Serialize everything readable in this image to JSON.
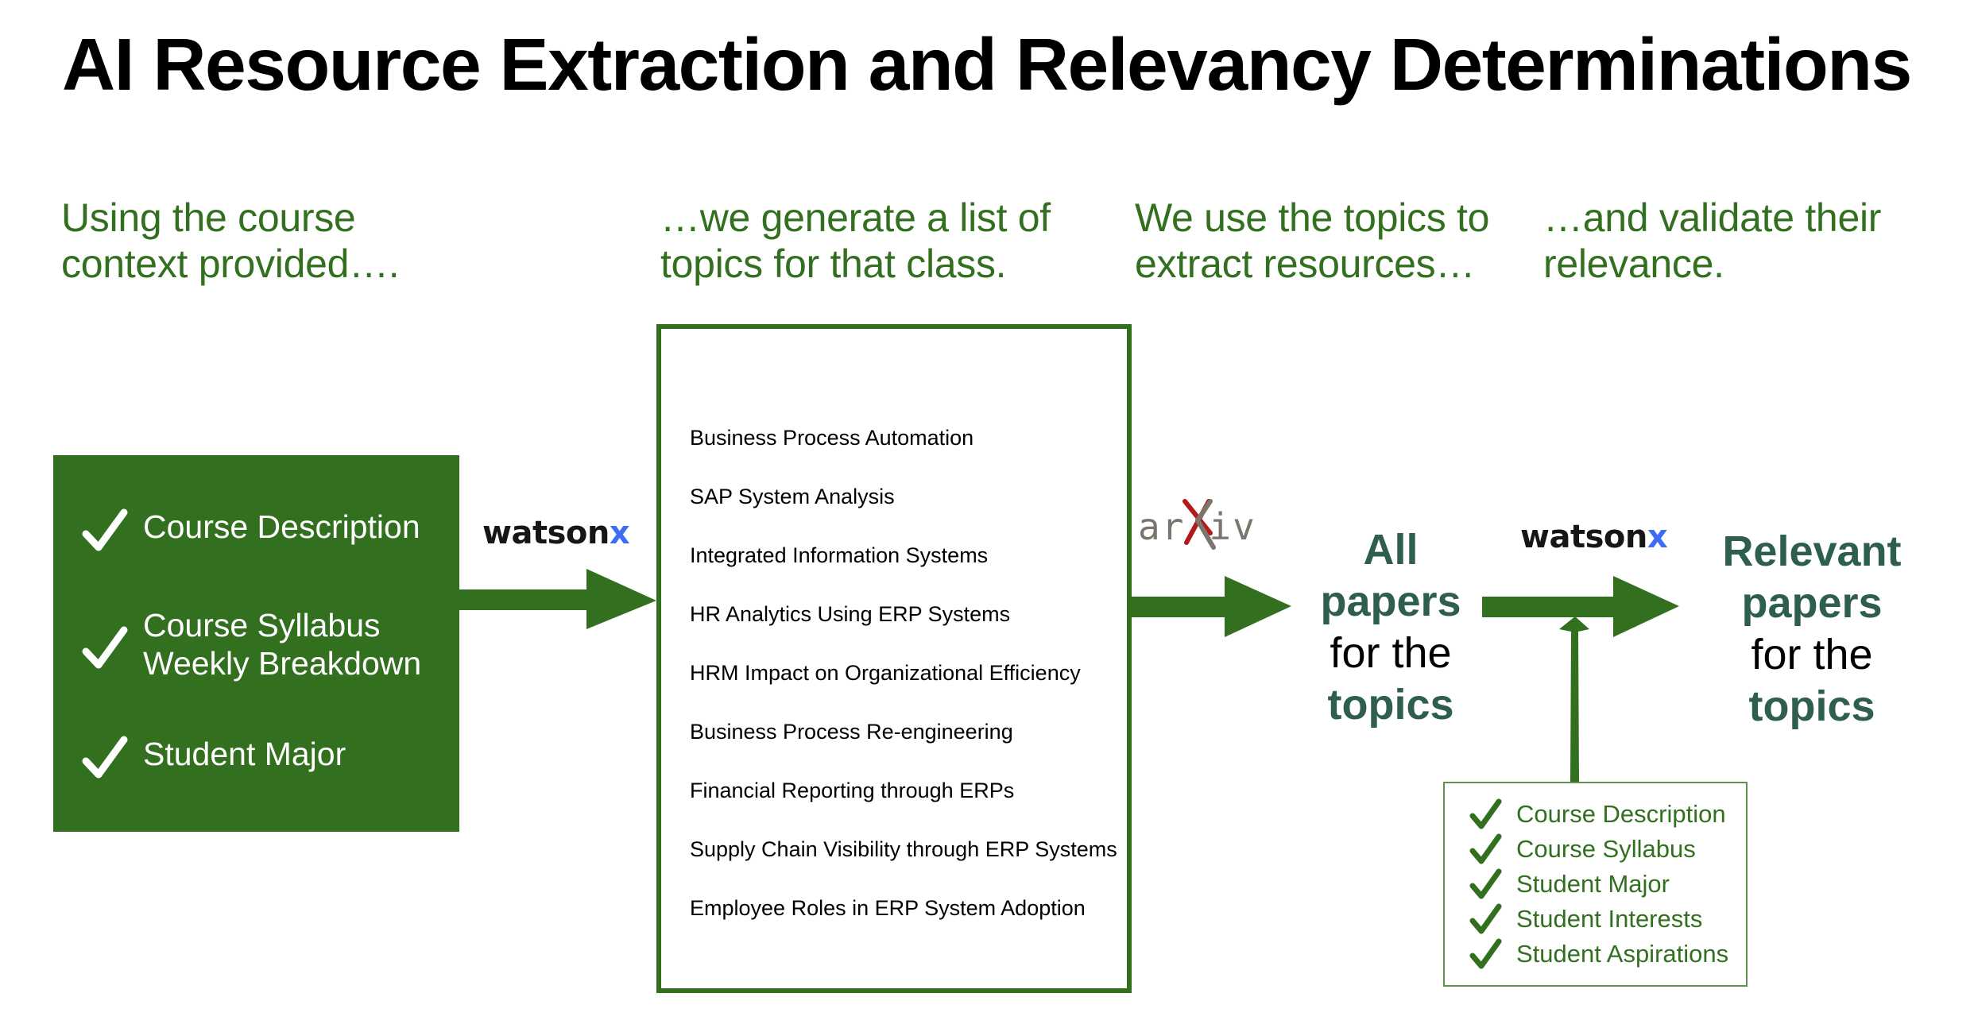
{
  "title": "AI Resource Extraction and Relevancy Determinations",
  "captions": [
    {
      "line1": "Using the course",
      "line2": "context provided…."
    },
    {
      "line1": "…we generate a list of",
      "line2": "topics for that class."
    },
    {
      "line1": "We use the topics to",
      "line2": "extract resources…"
    },
    {
      "line1": "…and validate their",
      "line2": "relevance."
    }
  ],
  "input_context": {
    "items": [
      {
        "icon": "checkmark-icon",
        "lines": [
          "Course Description"
        ]
      },
      {
        "icon": "checkmark-icon",
        "lines": [
          "Course Syllabus",
          "Weekly Breakdown"
        ]
      },
      {
        "icon": "checkmark-icon",
        "lines": [
          "Student Major"
        ]
      }
    ]
  },
  "logos": {
    "watsonx_main": "watson",
    "watsonx_accent": "x",
    "arxiv_prefix": "ar",
    "arxiv_suffix": "iv"
  },
  "topics": [
    "Business Process Automation",
    "SAP System Analysis",
    "Integrated Information Systems",
    "HR Analytics Using ERP Systems",
    "HRM Impact on Organizational Efficiency",
    "Business Process Re-engineering",
    "Financial Reporting through ERPs",
    "Supply Chain Visibility through ERP Systems",
    "Employee Roles in ERP System Adoption"
  ],
  "all_papers": {
    "line1": "All",
    "line2": "papers",
    "line3": "for the",
    "line4": "topics"
  },
  "relevant_papers": {
    "line1": "Relevant",
    "line2": "papers",
    "line3": "for the",
    "line4": "topics"
  },
  "relevance_criteria": [
    "Course Description",
    "Course Syllabus",
    "Student Major",
    "Student Interests",
    "Student Aspirations"
  ],
  "colors": {
    "primary_green": "#32701f",
    "dark_teal": "#2e5e4c",
    "watsonx_blue": "#3d6cf5",
    "arxiv_gray": "#7a766e",
    "arxiv_red": "#b31b1b"
  }
}
